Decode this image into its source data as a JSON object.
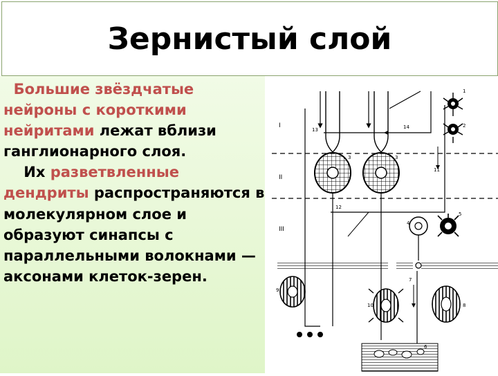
{
  "slide": {
    "title": "Зернистый слой",
    "paragraph1": {
      "indent": "  ",
      "highlight": "Большие звёздчатые нейроны с короткими нейритами",
      "rest": " лежат вблизи ганглионарного слоя."
    },
    "paragraph2": {
      "indent": "    ",
      "lead": "Их ",
      "highlight": "разветвленные дендриты",
      "rest": " распространяются в молекулярном слое и образуют синапсы с параллельными волокнами — аксонами клеток-зерен."
    }
  },
  "diagram": {
    "layer_labels": [
      "I",
      "II",
      "III"
    ],
    "number_labels": [
      "1",
      "2",
      "3",
      "3",
      "4",
      "5",
      "6",
      "7",
      "8",
      "9",
      "10",
      "11",
      "12",
      "13",
      "14"
    ],
    "colors": {
      "title_border": "#8aa36e",
      "highlight_text": "#c0504d",
      "panel_top": "#f1fbe6",
      "panel_bottom": "#dff5c8"
    }
  }
}
